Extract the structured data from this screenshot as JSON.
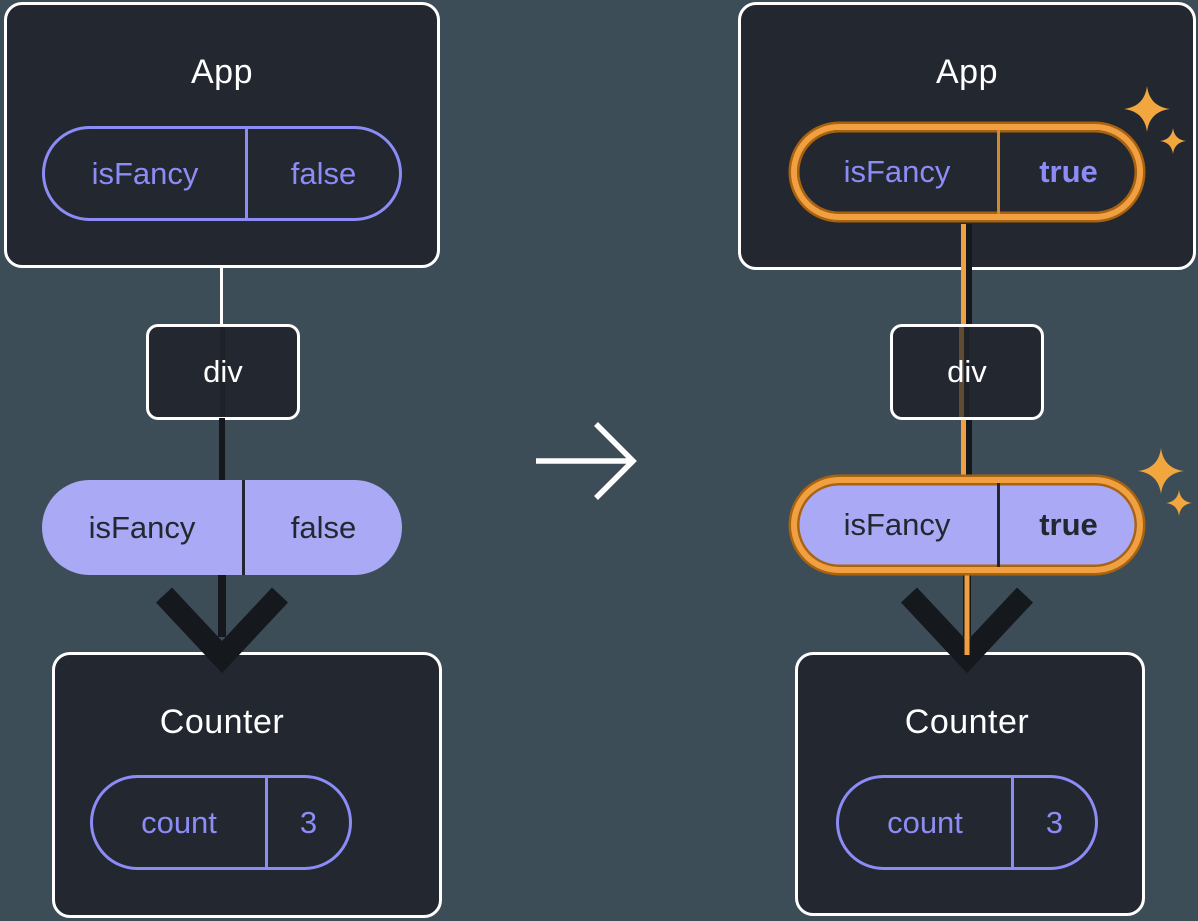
{
  "colors": {
    "background": "#3D4D57",
    "box_bg": "#23272F",
    "white": "#FFFFFF",
    "purple": "#8C8CF6",
    "lavender": "#A9A9F5",
    "dark_text": "#23272F",
    "arrow_dark": "#15181C",
    "orange": "#F0A040",
    "orange_dark": "#A9620E",
    "orange_divider": "#CE8A33",
    "sparkle": "#F2A63E"
  },
  "before": {
    "app": {
      "title": "App"
    },
    "app_prop": {
      "name": "isFancy",
      "value": "false"
    },
    "middle": {
      "title": "div"
    },
    "passed_prop": {
      "name": "isFancy",
      "value": "false"
    },
    "counter": {
      "title": "Counter"
    },
    "counter_state": {
      "name": "count",
      "value": "3"
    }
  },
  "after": {
    "app": {
      "title": "App"
    },
    "app_prop": {
      "name": "isFancy",
      "value": "true"
    },
    "middle": {
      "title": "div"
    },
    "passed_prop": {
      "name": "isFancy",
      "value": "true"
    },
    "counter": {
      "title": "Counter"
    },
    "counter_state": {
      "name": "count",
      "value": "3"
    }
  }
}
